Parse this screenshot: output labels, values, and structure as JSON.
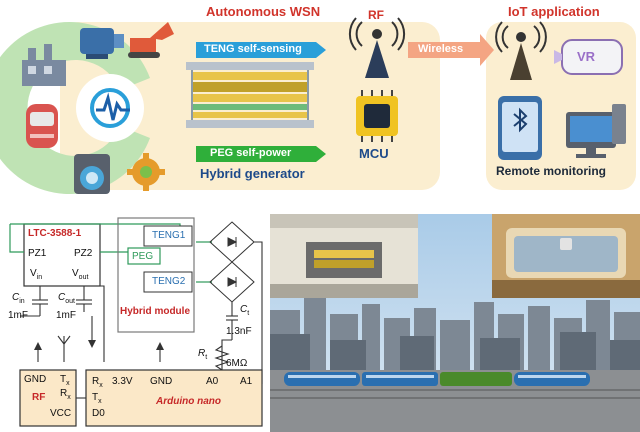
{
  "top": {
    "title_wsn": "Autonomous WSN",
    "title_iot": "IoT application",
    "teng_label": "TENG self-sensing",
    "peg_label": "PEG self-power",
    "hybrid_label": "Hybrid generator",
    "rf_label": "RF",
    "mcu_label": "MCU",
    "wireless_label": "Wireless",
    "vr_label": "VR",
    "remote_label": "Remote monitoring"
  },
  "circuit": {
    "ltc": "LTC-3588-1",
    "pz1": "PZ1",
    "pz2": "PZ2",
    "vin": "V",
    "vin_sub": "in",
    "vout": "V",
    "vout_sub": "out",
    "cin": "C",
    "cin_sub": "in",
    "cout": "C",
    "cout_sub": "out",
    "cin_val": "1mF",
    "cout_val": "1mF",
    "peg": "PEG",
    "teng1": "TENG1",
    "teng2": "TENG2",
    "hybrid_module": "Hybrid module",
    "ct": "C",
    "ct_sub": "t",
    "ct_val": "1.3nF",
    "rt": "R",
    "rt_sub": "t",
    "rt_val": "6MΩ",
    "rf_gnd": "GND",
    "rf_tx": "T",
    "rf_tx_sub": "x",
    "rf_rx": "R",
    "rf_rx_sub": "x",
    "rf_vcc": "VCC",
    "rf_name": "RF",
    "ard_rx": "R",
    "ard_rx_sub": "x",
    "ard_tx": "T",
    "ard_tx_sub": "x",
    "ard_d0": "D0",
    "ard_33": "3.3V",
    "ard_gnd": "GND",
    "ard_a0": "A0",
    "ard_a1": "A1",
    "ard_name": "Arduino nano"
  },
  "colors": {
    "beige": "#fbeed0",
    "green_ring": "#bfe3b4",
    "teng_bar": "#2a9fd9",
    "peg_bar": "#2faf3a",
    "red_title": "#d1342b",
    "wireless_arrow": "#f4a583",
    "circuit_green": "#2e9a5a",
    "circuit_box": "#7a7a7a"
  }
}
